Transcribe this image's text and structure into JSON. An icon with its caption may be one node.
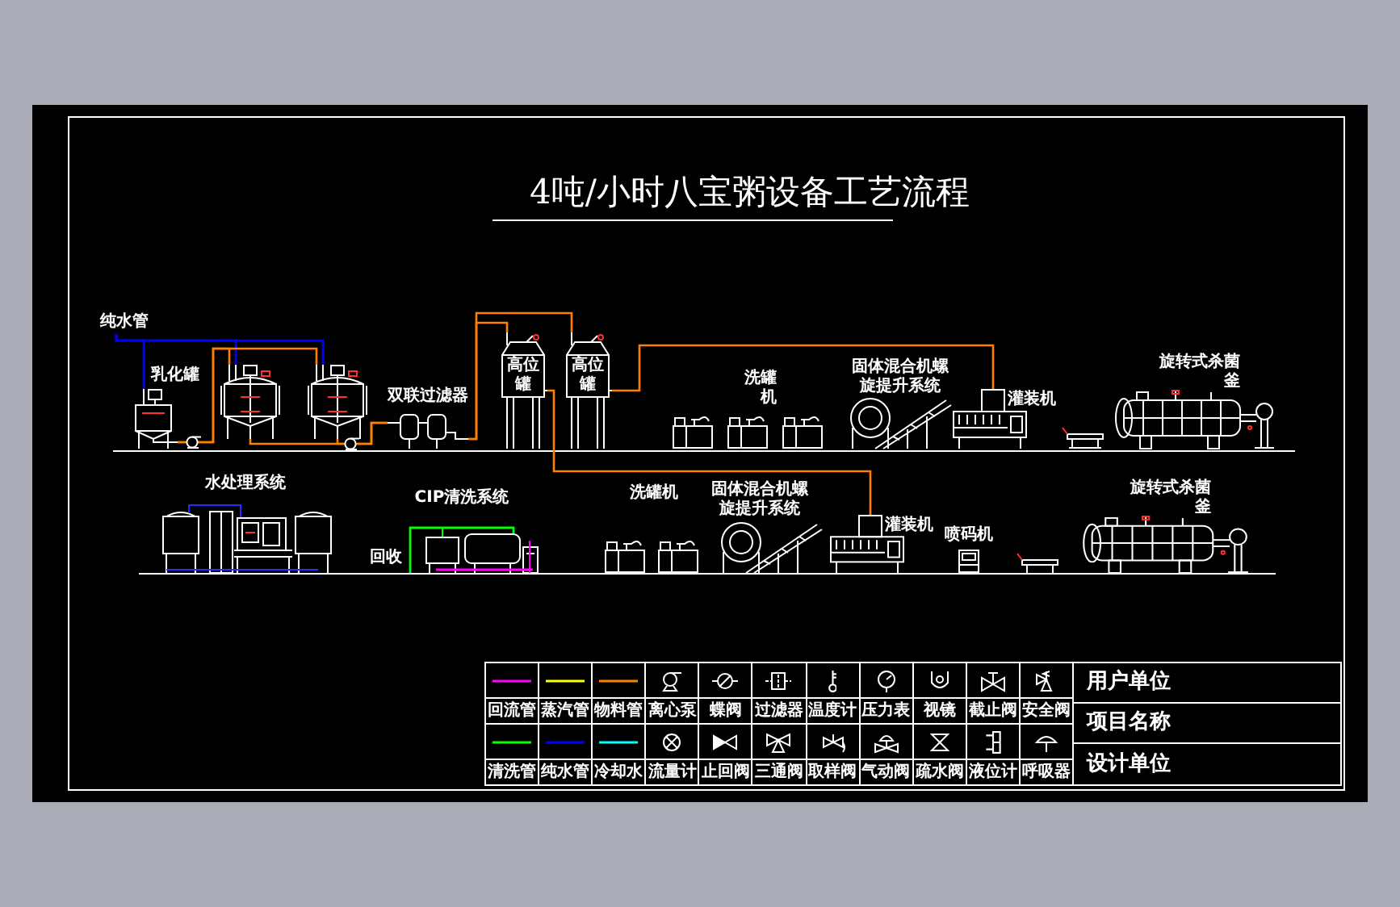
{
  "diagram": {
    "title": "4吨/小时八宝粥设备工艺流程",
    "nodes": [
      {
        "text": [
          "纯水管"
        ]
      },
      {
        "text": [
          "乳化罐"
        ]
      },
      {
        "text": [],
        "shape": "picture"
      },
      {
        "text": [],
        "shape": "picture"
      },
      {
        "text": [
          "双联过滤器"
        ]
      },
      {
        "text": [
          "高位罐"
        ]
      },
      {
        "text": [
          "高位罐"
        ]
      },
      {
        "text": [
          "洗罐机"
        ]
      },
      {
        "text": [
          "固体混合机螺旋提升系统"
        ]
      },
      {
        "text": [
          "灌装机"
        ]
      },
      {
        "text": [
          "旋转式杀菌釜"
        ]
      },
      {
        "text": [
          "水处理系统"
        ]
      },
      {
        "text": [
          "CIP清洗系统",
          "回收"
        ]
      },
      {
        "text": [
          "洗罐机"
        ]
      },
      {
        "text": [
          "固体混合机螺旋提升系统"
        ]
      },
      {
        "text": [
          "灌装机"
        ]
      },
      {
        "text": [
          "喷码机"
        ]
      },
      {
        "text": [
          "旋转式杀菌釜"
        ]
      }
    ],
    "edges": [
      {
        "from": 0,
        "to": 1,
        "arrow": "none",
        "color": "#0000ff"
      },
      {
        "from": 0,
        "to": 2,
        "arrow": "none",
        "color": "#0000ff"
      },
      {
        "from": 0,
        "to": 3,
        "arrow": "none",
        "color": "#0000ff"
      },
      {
        "from": 1,
        "to": 2,
        "arrow": "none"
      },
      {
        "from": 1,
        "to": 3,
        "arrow": "none"
      },
      {
        "from": 2,
        "to": 4,
        "arrow": "none"
      },
      {
        "from": 3,
        "to": 4,
        "arrow": "none"
      },
      {
        "from": 4,
        "to": 5,
        "arrow": "none"
      },
      {
        "from": 4,
        "to": 6,
        "arrow": "none"
      },
      {
        "from": 5,
        "to": 15,
        "arrow": "none"
      },
      {
        "from": 6,
        "to": 9,
        "arrow": "none"
      }
    ],
    "labels": [
      "用户单位",
      "项目名称",
      "设计单位"
    ],
    "legend": [
      {
        "text": "回流管",
        "color": "#ff00ff"
      },
      {
        "text": "蒸汽管",
        "color": "#ffff00"
      },
      {
        "text": "物料管",
        "color": "#ff8000"
      },
      {
        "text": "离心泵"
      },
      {
        "text": "蝶阀"
      },
      {
        "text": "过滤器"
      },
      {
        "text": "温度计"
      },
      {
        "text": "压力表"
      },
      {
        "text": "视镜"
      },
      {
        "text": "截止阀"
      },
      {
        "text": "安全阀"
      },
      {
        "text": "清洗管",
        "color": "#00ff00"
      },
      {
        "text": "纯水管",
        "color": "#0000ff"
      },
      {
        "text": "冷却水",
        "color": "#00ffff"
      },
      {
        "text": "流量计"
      },
      {
        "text": "止回阀"
      },
      {
        "text": "三通阀"
      },
      {
        "text": "取样阀"
      },
      {
        "text": "气动阀"
      },
      {
        "text": "疏水阀"
      },
      {
        "text": "液位计"
      },
      {
        "text": "呼吸器"
      }
    ]
  }
}
